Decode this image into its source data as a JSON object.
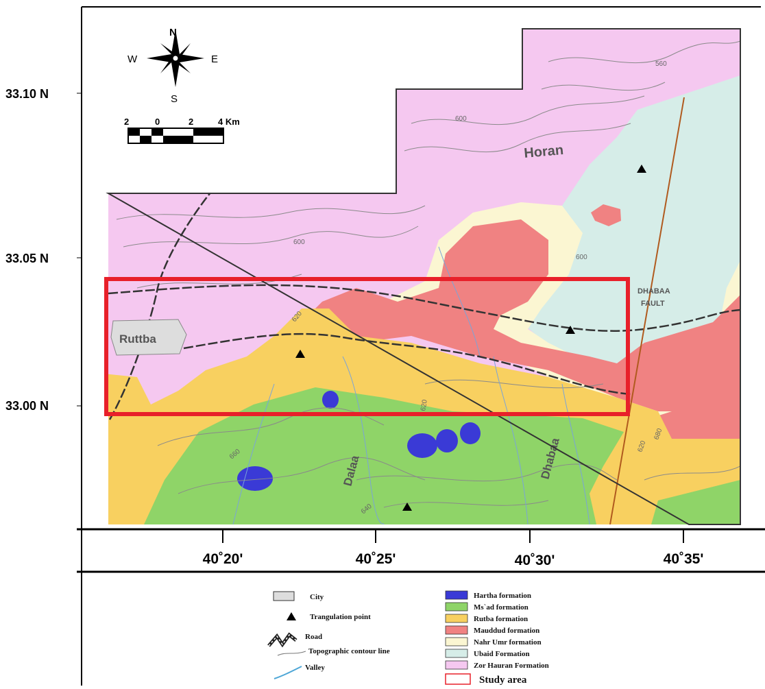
{
  "colors": {
    "zor_hauran": "#f5c8f0",
    "ubaid": "#d6ede8",
    "nahr_umr": "#fbf6d2",
    "mauddud": "#f08282",
    "rutba": "#f8d060",
    "msad": "#8fd468",
    "hartha": "#3a3ad6",
    "city": "#dddddd",
    "study_area": "#e8202a",
    "road": "#333333",
    "contour": "#8a8a8a",
    "valley": "#7aa4d8",
    "fault": "#b05a1e"
  },
  "compass": {
    "n": "N",
    "s": "S",
    "e": "E",
    "w": "W",
    "icon": "compass-rose-icon"
  },
  "scale_bar": {
    "ticks": [
      "2",
      "0",
      "2",
      "4 Km"
    ]
  },
  "latitude_labels": [
    "33.10 N",
    "33.05 N",
    "33.00 N"
  ],
  "longitude_labels": [
    "40˚20'",
    "40˚25'",
    "40˚30'",
    "40˚35'"
  ],
  "places": {
    "city": "Ruttba",
    "horan": "Horan",
    "dalaa": "Dalaa",
    "dhabaa": "Dhabaa",
    "fault_line1": "DHABAA",
    "fault_line2": "FAULT"
  },
  "contour_labels": [
    "560",
    "600",
    "600",
    "600",
    "620",
    "620",
    "620",
    "640",
    "660",
    "680"
  ],
  "legend": {
    "left": [
      {
        "label": "City",
        "icon": "city-swatch-icon"
      },
      {
        "label": "Trangulation point",
        "icon": "triangle-icon"
      },
      {
        "label": "Road",
        "icon": "road-icon"
      },
      {
        "label": "Topographic contour line",
        "icon": "contour-line-icon"
      },
      {
        "label": "Valley",
        "icon": "valley-icon"
      }
    ],
    "right": [
      {
        "label": "Hartha formation",
        "color": "#3a3ad6"
      },
      {
        "label": "Ms`ad formation",
        "color": "#8fd468"
      },
      {
        "label": "Rutba formation",
        "color": "#f8d060"
      },
      {
        "label": "Mauddud formation",
        "color": "#f08282"
      },
      {
        "label": "Nahr Umr formation",
        "color": "#fbf6d2"
      },
      {
        "label": "Ubaid Formation",
        "color": "#d6ede8"
      },
      {
        "label": "Zor Hauran Formation",
        "color": "#f5c8f0"
      }
    ],
    "study_area": "Study area"
  }
}
